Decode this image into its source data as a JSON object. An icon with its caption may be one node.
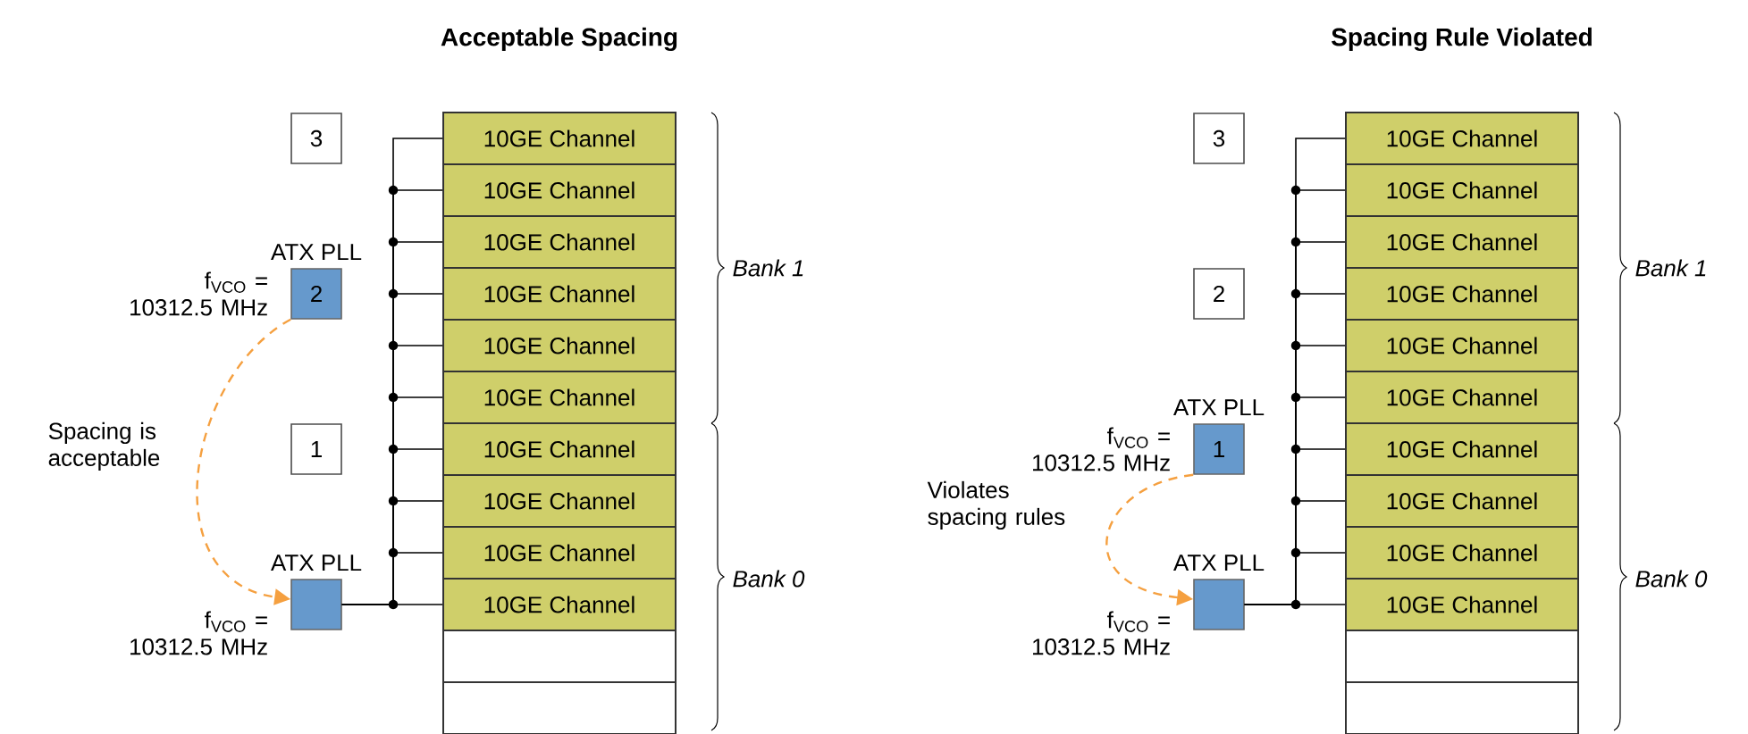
{
  "diagram": {
    "nodes": [
      {
        "text": [
          "3"
        ]
      },
      {
        "text": [
          "ATX PLL",
          "2"
        ],
        "beside": [
          "f$_{VCO}$ = 10312.5 MHz"
        ]
      },
      {
        "text": [
          "1"
        ]
      },
      {
        "text": [
          "ATX PLL"
        ],
        "beside": [
          "f$_{VCO}$ = 10312.5 MHz"
        ]
      },
      {
        "text": [
          "10GE Channel"
        ]
      },
      {
        "text": [
          "10GE Channel"
        ]
      },
      {
        "text": [
          "10GE Channel"
        ]
      },
      {
        "text": [
          "10GE Channel"
        ]
      },
      {
        "text": [
          "10GE Channel"
        ]
      },
      {
        "text": [
          "10GE Channel"
        ]
      },
      {
        "text": [
          "10GE Channel"
        ]
      },
      {
        "text": [
          "10GE Channel"
        ]
      },
      {
        "text": [
          "10GE Channel"
        ]
      },
      {
        "text": [
          "10GE Channel"
        ]
      },
      {
        "text": [],
        "shape": "box"
      },
      {
        "text": [],
        "shape": "box"
      },
      {
        "text": [
          "3"
        ]
      },
      {
        "text": [
          "2"
        ]
      },
      {
        "text": [
          "ATX PLL",
          "1"
        ],
        "beside": [
          "f$_{VCO}$ = 10312.5 MHz"
        ]
      },
      {
        "text": [
          "ATX PLL"
        ],
        "beside": [
          "f$_{VCO}$ = 10312.5 MHz"
        ]
      },
      {
        "text": [
          "10GE Channel"
        ]
      },
      {
        "text": [
          "10GE Channel"
        ]
      },
      {
        "text": [
          "10GE Channel"
        ]
      },
      {
        "text": [
          "10GE Channel"
        ]
      },
      {
        "text": [
          "10GE Channel"
        ]
      },
      {
        "text": [
          "10GE Channel"
        ]
      },
      {
        "text": [
          "10GE Channel"
        ]
      },
      {
        "text": [
          "10GE Channel"
        ]
      },
      {
        "text": [
          "10GE Channel"
        ]
      },
      {
        "text": [
          "10GE Channel"
        ]
      },
      {
        "text": [],
        "shape": "box"
      },
      {
        "text": [],
        "shape": "box"
      }
    ],
    "edges": [
      {
        "from": 3,
        "to": 4,
        "arrow": "none"
      },
      {
        "from": 3,
        "to": 5,
        "arrow": "none"
      },
      {
        "from": 3,
        "to": 6,
        "arrow": "none"
      },
      {
        "from": 3,
        "to": 7,
        "arrow": "none"
      },
      {
        "from": 3,
        "to": 8,
        "arrow": "none"
      },
      {
        "from": 3,
        "to": 9,
        "arrow": "none"
      },
      {
        "from": 3,
        "to": 10,
        "arrow": "none"
      },
      {
        "from": 3,
        "to": 11,
        "arrow": "none"
      },
      {
        "from": 3,
        "to": 12,
        "arrow": "none"
      },
      {
        "from": 3,
        "to": 13,
        "arrow": "none"
      },
      {
        "from": 1,
        "to": 3,
        "arrow": "to",
        "style": "dashed",
        "color": "#f5a040",
        "label": "Spacing is acceptable"
      },
      {
        "from": 19,
        "to": 20,
        "arrow": "none"
      },
      {
        "from": 19,
        "to": 21,
        "arrow": "none"
      },
      {
        "from": 19,
        "to": 22,
        "arrow": "none"
      },
      {
        "from": 19,
        "to": 23,
        "arrow": "none"
      },
      {
        "from": 19,
        "to": 24,
        "arrow": "none"
      },
      {
        "from": 19,
        "to": 25,
        "arrow": "none"
      },
      {
        "from": 19,
        "to": 26,
        "arrow": "none"
      },
      {
        "from": 19,
        "to": 27,
        "arrow": "none"
      },
      {
        "from": 19,
        "to": 28,
        "arrow": "none"
      },
      {
        "from": 19,
        "to": 29,
        "arrow": "none"
      },
      {
        "from": 18,
        "to": 19,
        "arrow": "to",
        "style": "dashed",
        "color": "#f5a040",
        "label": "Violates spacing rules"
      }
    ],
    "labels": [
      "Acceptable Spacing",
      "Spacing Rule Violated",
      "Bank 1",
      "Bank 1",
      "Bank 0",
      "Bank 0"
    ]
  }
}
